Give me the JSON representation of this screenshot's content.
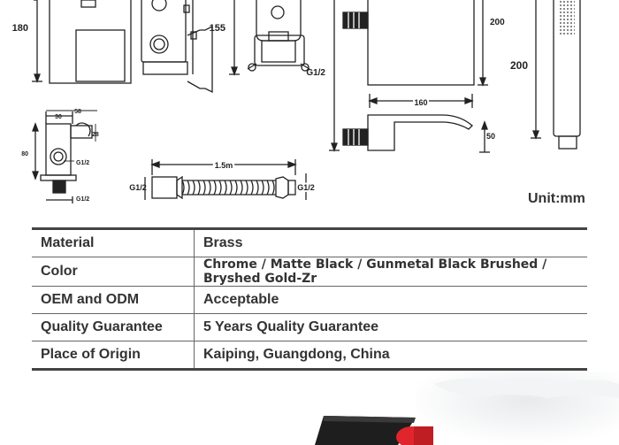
{
  "dimensions": {
    "d180": "180",
    "d155": "155",
    "d200a": "200",
    "d200b": "200",
    "g12a": "G1/2",
    "d160": "160",
    "d50": "50",
    "d58": "58",
    "d30": "30",
    "d28": "28",
    "d80": "80",
    "g12b": "G1/2",
    "g12c": "G1/2",
    "d15m": "1.5m",
    "g12d": "G1/2",
    "g12e": "G1/2"
  },
  "unit_label": "Unit:mm",
  "specs": [
    {
      "label": "Material",
      "value": "Brass"
    },
    {
      "label": "Color",
      "value": "Chrome / Matte Black / Gunmetal Black Brushed / Bryshed Gold-Zr"
    },
    {
      "label": "OEM and ODM",
      "value": "Acceptable"
    },
    {
      "label": "Quality Guarantee",
      "value": "5 Years Quality Guarantee"
    },
    {
      "label": "Place of Origin",
      "value": "Kaiping, Guangdong, China"
    }
  ],
  "colors": {
    "rule": "#444444",
    "accent_red": "#e0262c",
    "product_black": "#1e1e1e"
  }
}
